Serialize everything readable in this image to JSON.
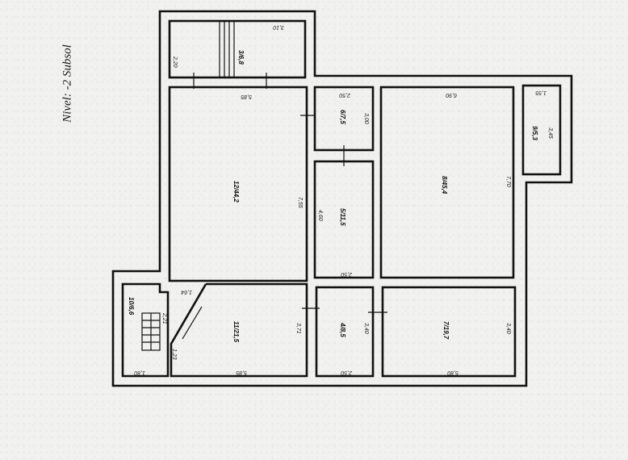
{
  "plan": {
    "title": "Nivel: -2 Subsol",
    "orientation": "rotated 90° counter-clockwise"
  },
  "rooms": [
    {
      "id": "3",
      "number": "3",
      "area": "6,8",
      "dims": [
        "3,10",
        "2,20"
      ]
    },
    {
      "id": "12",
      "number": "12",
      "area": "44,2",
      "dims": [
        "5,85",
        "7,55"
      ]
    },
    {
      "id": "6",
      "number": "6",
      "area": "7,5",
      "dims": [
        "2,50",
        "3,00"
      ]
    },
    {
      "id": "5",
      "number": "5",
      "area": "11,5",
      "dims": [
        "4,60",
        "2,50"
      ]
    },
    {
      "id": "8",
      "number": "8",
      "area": "45,4",
      "dims": [
        "6,90",
        "7,70"
      ]
    },
    {
      "id": "9",
      "number": "9",
      "area": "5,3",
      "dims": [
        "1,55",
        "3,45"
      ]
    },
    {
      "id": "10",
      "number": "10",
      "area": "6,6",
      "dims": [
        "2,21",
        "1,80"
      ]
    },
    {
      "id": "11",
      "number": "11",
      "area": "21,5",
      "dims": [
        "1,64",
        "3,71",
        "1,23",
        "5,85"
      ]
    },
    {
      "id": "4",
      "number": "4",
      "area": "8,5",
      "dims": [
        "3,40",
        "2,50"
      ]
    },
    {
      "id": "7",
      "number": "7",
      "area": "19,7",
      "dims": [
        "3,40",
        "5,80"
      ]
    }
  ],
  "colors": {
    "paper": "#f1f1ef",
    "ink": "#111111"
  }
}
